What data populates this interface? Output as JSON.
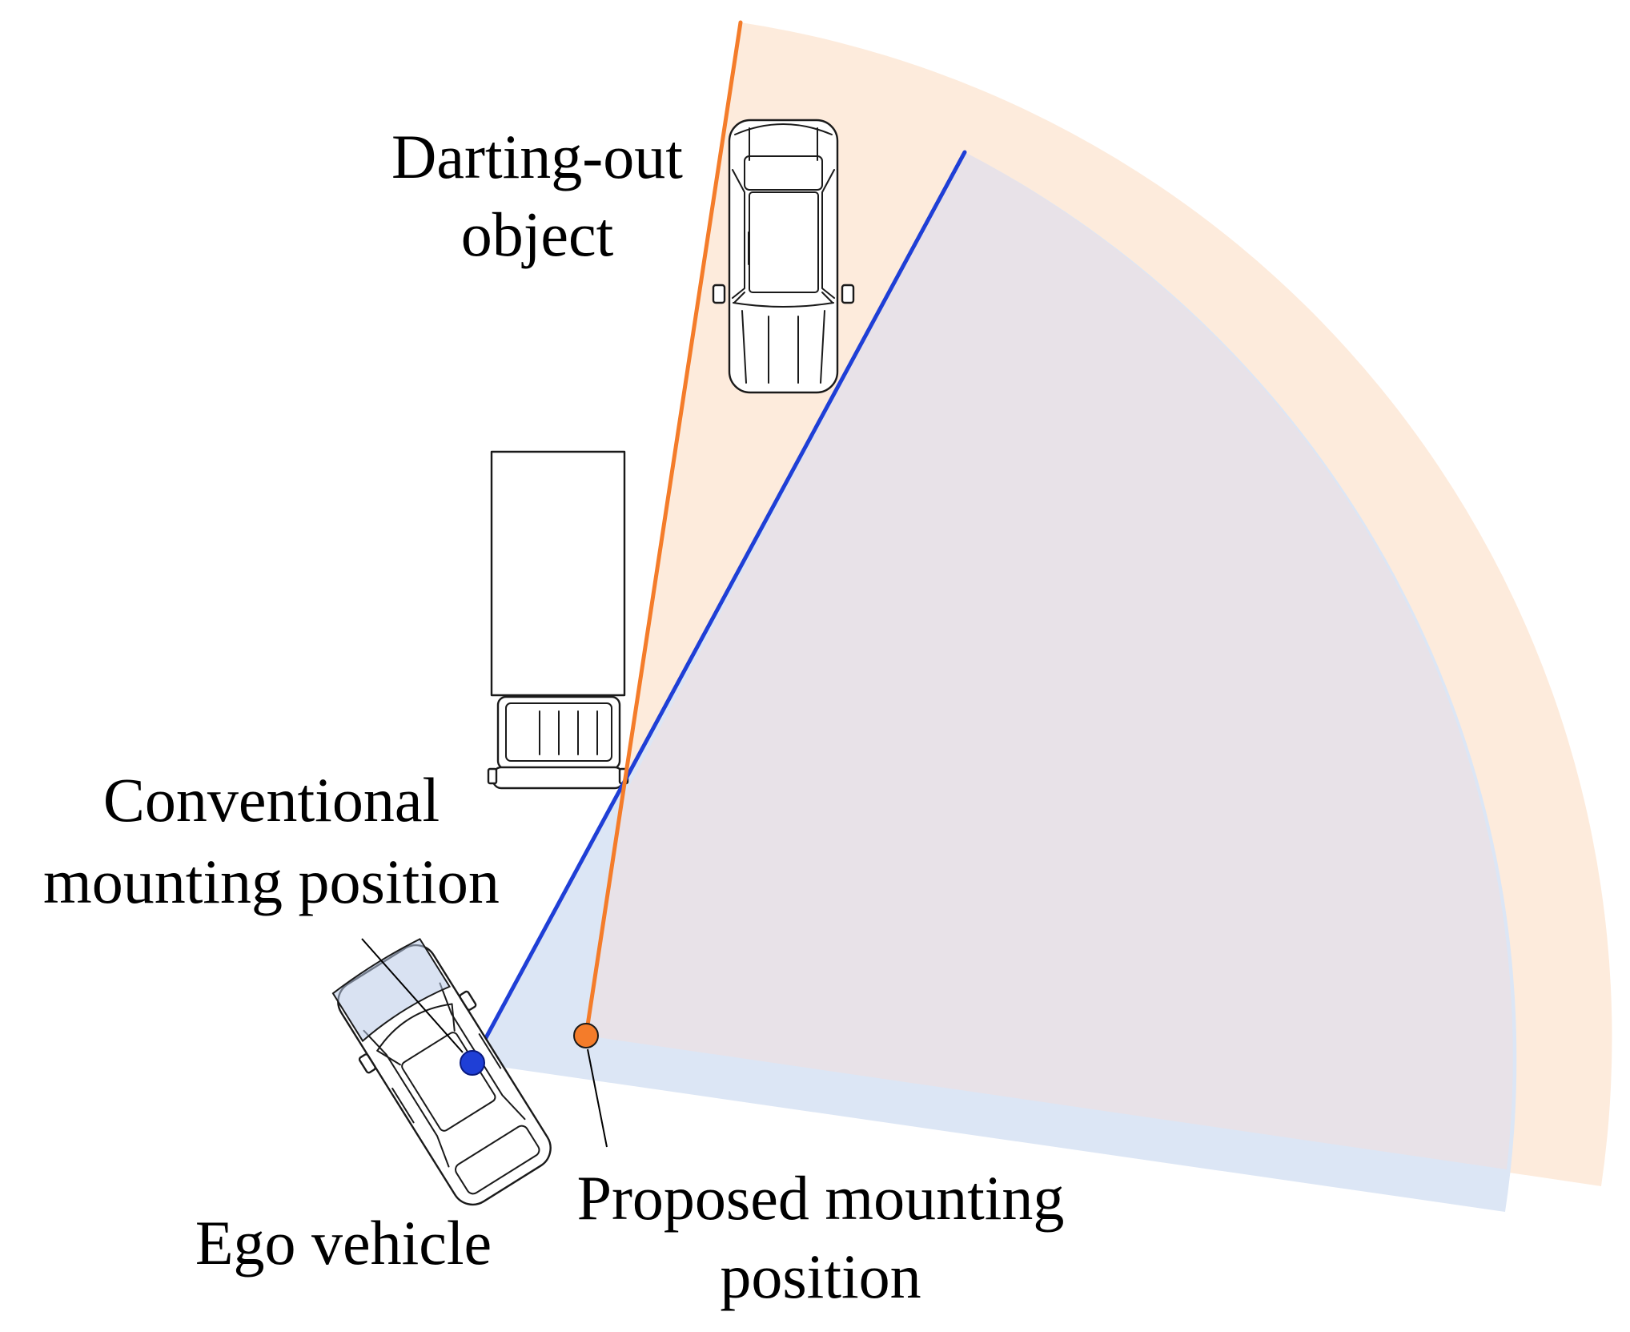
{
  "labels": {
    "darting_out_line1": "Darting-out",
    "darting_out_line2": "object",
    "conventional_line1": "Conventional",
    "conventional_line2": "mounting position",
    "ego_vehicle": "Ego vehicle",
    "proposed_line1": "Proposed mounting",
    "proposed_line2": "position"
  },
  "colors": {
    "proposed": "#f47c2a",
    "conventional": "#1f3fd6",
    "proposed_fov_fill": "#fdebdc",
    "conventional_fov_fill": "#dce6f5",
    "overlap_fill": "#e8e2e8"
  },
  "icons": {
    "darting_object": "car-top-view-icon",
    "parked_truck": "truck-top-view-icon",
    "ego_vehicle": "car-top-view-icon"
  }
}
